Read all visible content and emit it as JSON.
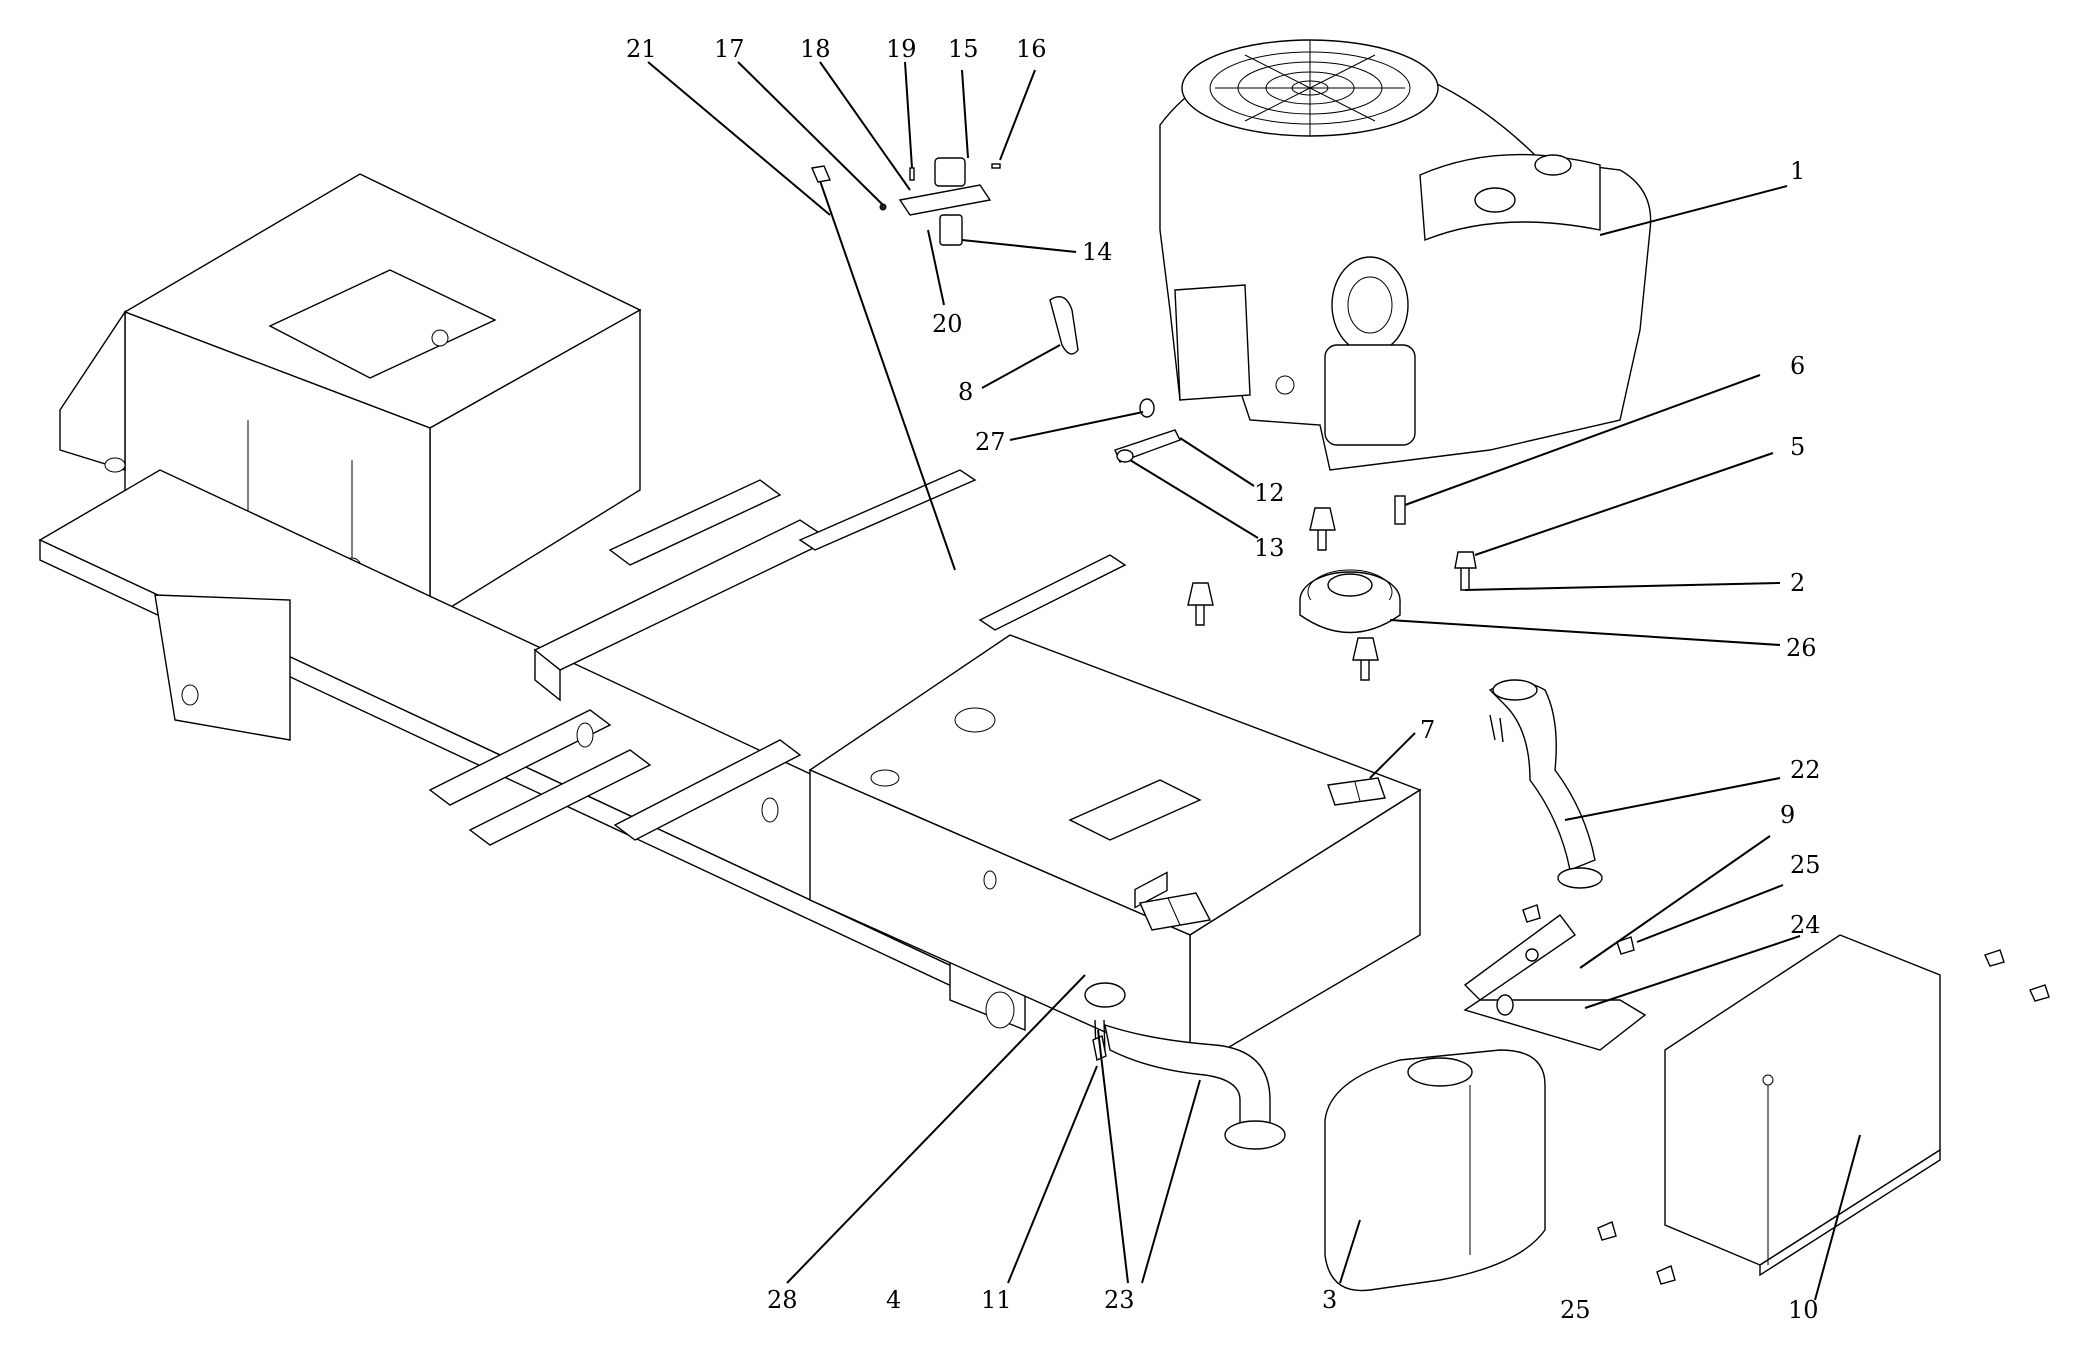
{
  "callouts": [
    {
      "id": "1",
      "label": "1"
    },
    {
      "id": "2",
      "label": "2"
    },
    {
      "id": "3",
      "label": "3"
    },
    {
      "id": "4",
      "label": "4"
    },
    {
      "id": "5",
      "label": "5"
    },
    {
      "id": "6",
      "label": "6"
    },
    {
      "id": "7",
      "label": "7"
    },
    {
      "id": "8",
      "label": "8"
    },
    {
      "id": "9",
      "label": "9"
    },
    {
      "id": "10",
      "label": "10"
    },
    {
      "id": "11",
      "label": "11"
    },
    {
      "id": "12",
      "label": "12"
    },
    {
      "id": "13",
      "label": "13"
    },
    {
      "id": "14",
      "label": "14"
    },
    {
      "id": "15",
      "label": "15"
    },
    {
      "id": "16",
      "label": "16"
    },
    {
      "id": "17",
      "label": "17"
    },
    {
      "id": "18",
      "label": "18"
    },
    {
      "id": "19",
      "label": "19"
    },
    {
      "id": "20",
      "label": "20"
    },
    {
      "id": "21",
      "label": "21"
    },
    {
      "id": "22",
      "label": "22"
    },
    {
      "id": "23",
      "label": "23"
    },
    {
      "id": "24",
      "label": "24"
    },
    {
      "id": "25a",
      "label": "25"
    },
    {
      "id": "25b",
      "label": "25"
    },
    {
      "id": "26",
      "label": "26"
    },
    {
      "id": "27",
      "label": "27"
    },
    {
      "id": "28",
      "label": "28"
    }
  ]
}
